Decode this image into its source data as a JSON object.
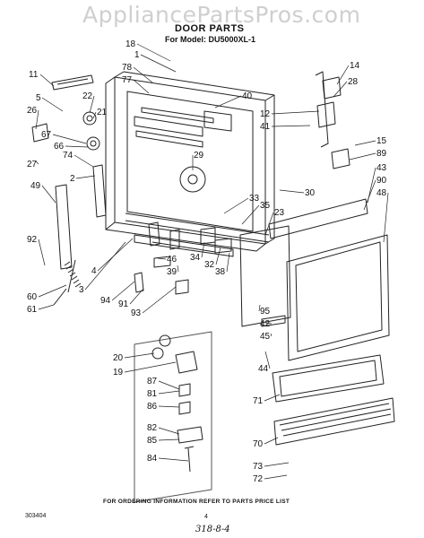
{
  "watermark": "AppliancePartsPros.com",
  "title": "DOOR PARTS",
  "model": "For Model: DU5000XL-1",
  "footer_note": "FOR ORDERING INFORMATION REFER TO PARTS PRICE LIST",
  "doc_code": "303404",
  "page_number": "4",
  "handwritten_note": "318-8-4",
  "callouts": [
    "18",
    "1",
    "78",
    "77",
    "11",
    "5",
    "26",
    "22",
    "21",
    "67",
    "66",
    "27",
    "74",
    "2",
    "49",
    "92",
    "60",
    "61",
    "3",
    "4",
    "94",
    "91",
    "93",
    "29",
    "40",
    "12",
    "41",
    "14",
    "28",
    "15",
    "89",
    "43",
    "90",
    "48",
    "30",
    "33",
    "35",
    "23",
    "34",
    "32",
    "38",
    "46",
    "39",
    "95",
    "42",
    "45",
    "44",
    "20",
    "19",
    "87",
    "81",
    "86",
    "82",
    "85",
    "84",
    "71",
    "70",
    "73",
    "72"
  ]
}
